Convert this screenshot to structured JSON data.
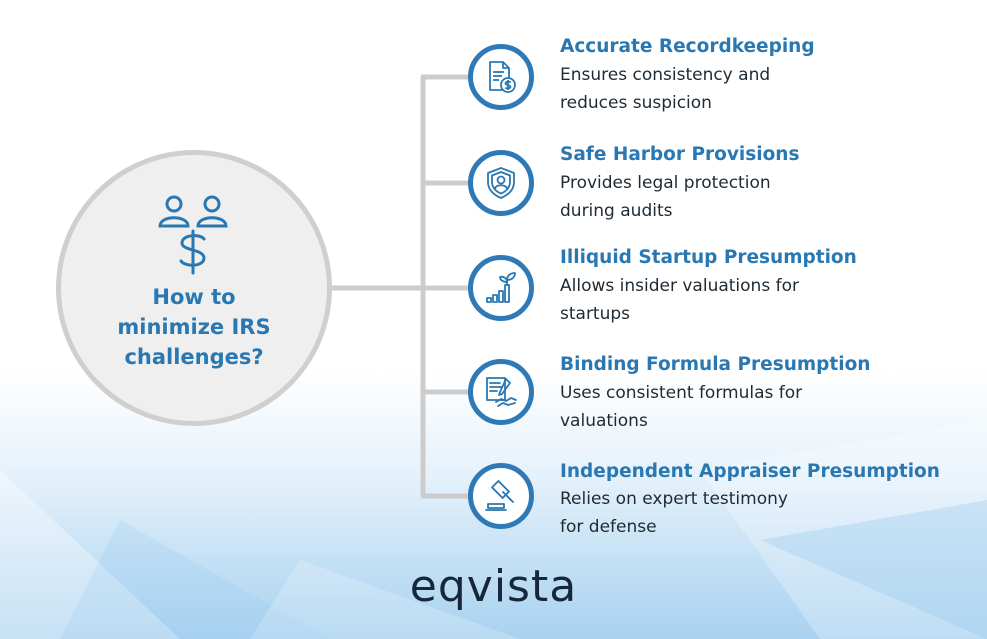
{
  "hub": {
    "title": "How to\nminimize IRS\nchallenges?",
    "icon": "people-dollar-icon"
  },
  "items": [
    {
      "title": "Accurate Recordkeeping",
      "desc": "Ensures consistency and\nreduces suspicion",
      "icon": "document-dollar-icon"
    },
    {
      "title": "Safe Harbor Provisions",
      "desc": "Provides legal protection\nduring audits",
      "icon": "shield-person-icon"
    },
    {
      "title": "Illiquid Startup Presumption",
      "desc": "Allows insider valuations for\nstartups",
      "icon": "growth-chart-icon"
    },
    {
      "title": "Binding Formula Presumption",
      "desc": "Uses consistent formulas for\nvaluations",
      "icon": "contract-handshake-icon"
    },
    {
      "title": "Independent Appraiser Presumption",
      "desc": "Relies on expert testimony\nfor defense",
      "icon": "gavel-icon"
    }
  ],
  "logo": {
    "text": "eqvista"
  },
  "colors": {
    "accent": "#2a78b2",
    "ring": "#2f7ab6",
    "connector": "#cccccc",
    "hub_fill": "#efefef",
    "text": "#1f2a33"
  }
}
